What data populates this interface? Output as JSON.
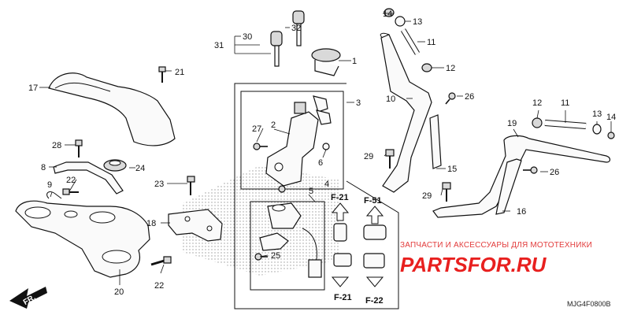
{
  "diagram": {
    "parts": {
      "p1": "1",
      "p2": "2",
      "p3": "3",
      "p4": "4",
      "p5": "5",
      "p6": "6",
      "p8": "8",
      "p9": "9",
      "p10": "10",
      "p11a": "11",
      "p11b": "11",
      "p12a": "12",
      "p12b": "12",
      "p13a": "13",
      "p13b": "13",
      "p14a": "14",
      "p14b": "14",
      "p15": "15",
      "p16": "16",
      "p17": "17",
      "p18": "18",
      "p19": "19",
      "p20": "20",
      "p21": "21",
      "p22a": "22",
      "p22b": "22",
      "p23": "23",
      "p24": "24",
      "p25": "25",
      "p26a": "26",
      "p26b": "26",
      "p27": "27",
      "p28": "28",
      "p29a": "29",
      "p29b": "29",
      "p30": "30",
      "p31": "31",
      "p32": "32"
    },
    "frames": {
      "f21a": "F-21",
      "f51": "F-51",
      "f21b": "F-21",
      "f22": "F-22"
    },
    "front_marker": "FR.",
    "diagram_code": "MJG4F0800B"
  },
  "watermark": {
    "tagline": "ЗАПЧАСТИ И АКСЕССУАРЫ ДЛЯ МОТОТЕХНИКИ",
    "brand": "PARTSFOR.RU",
    "brand_color": "#e8201f"
  }
}
